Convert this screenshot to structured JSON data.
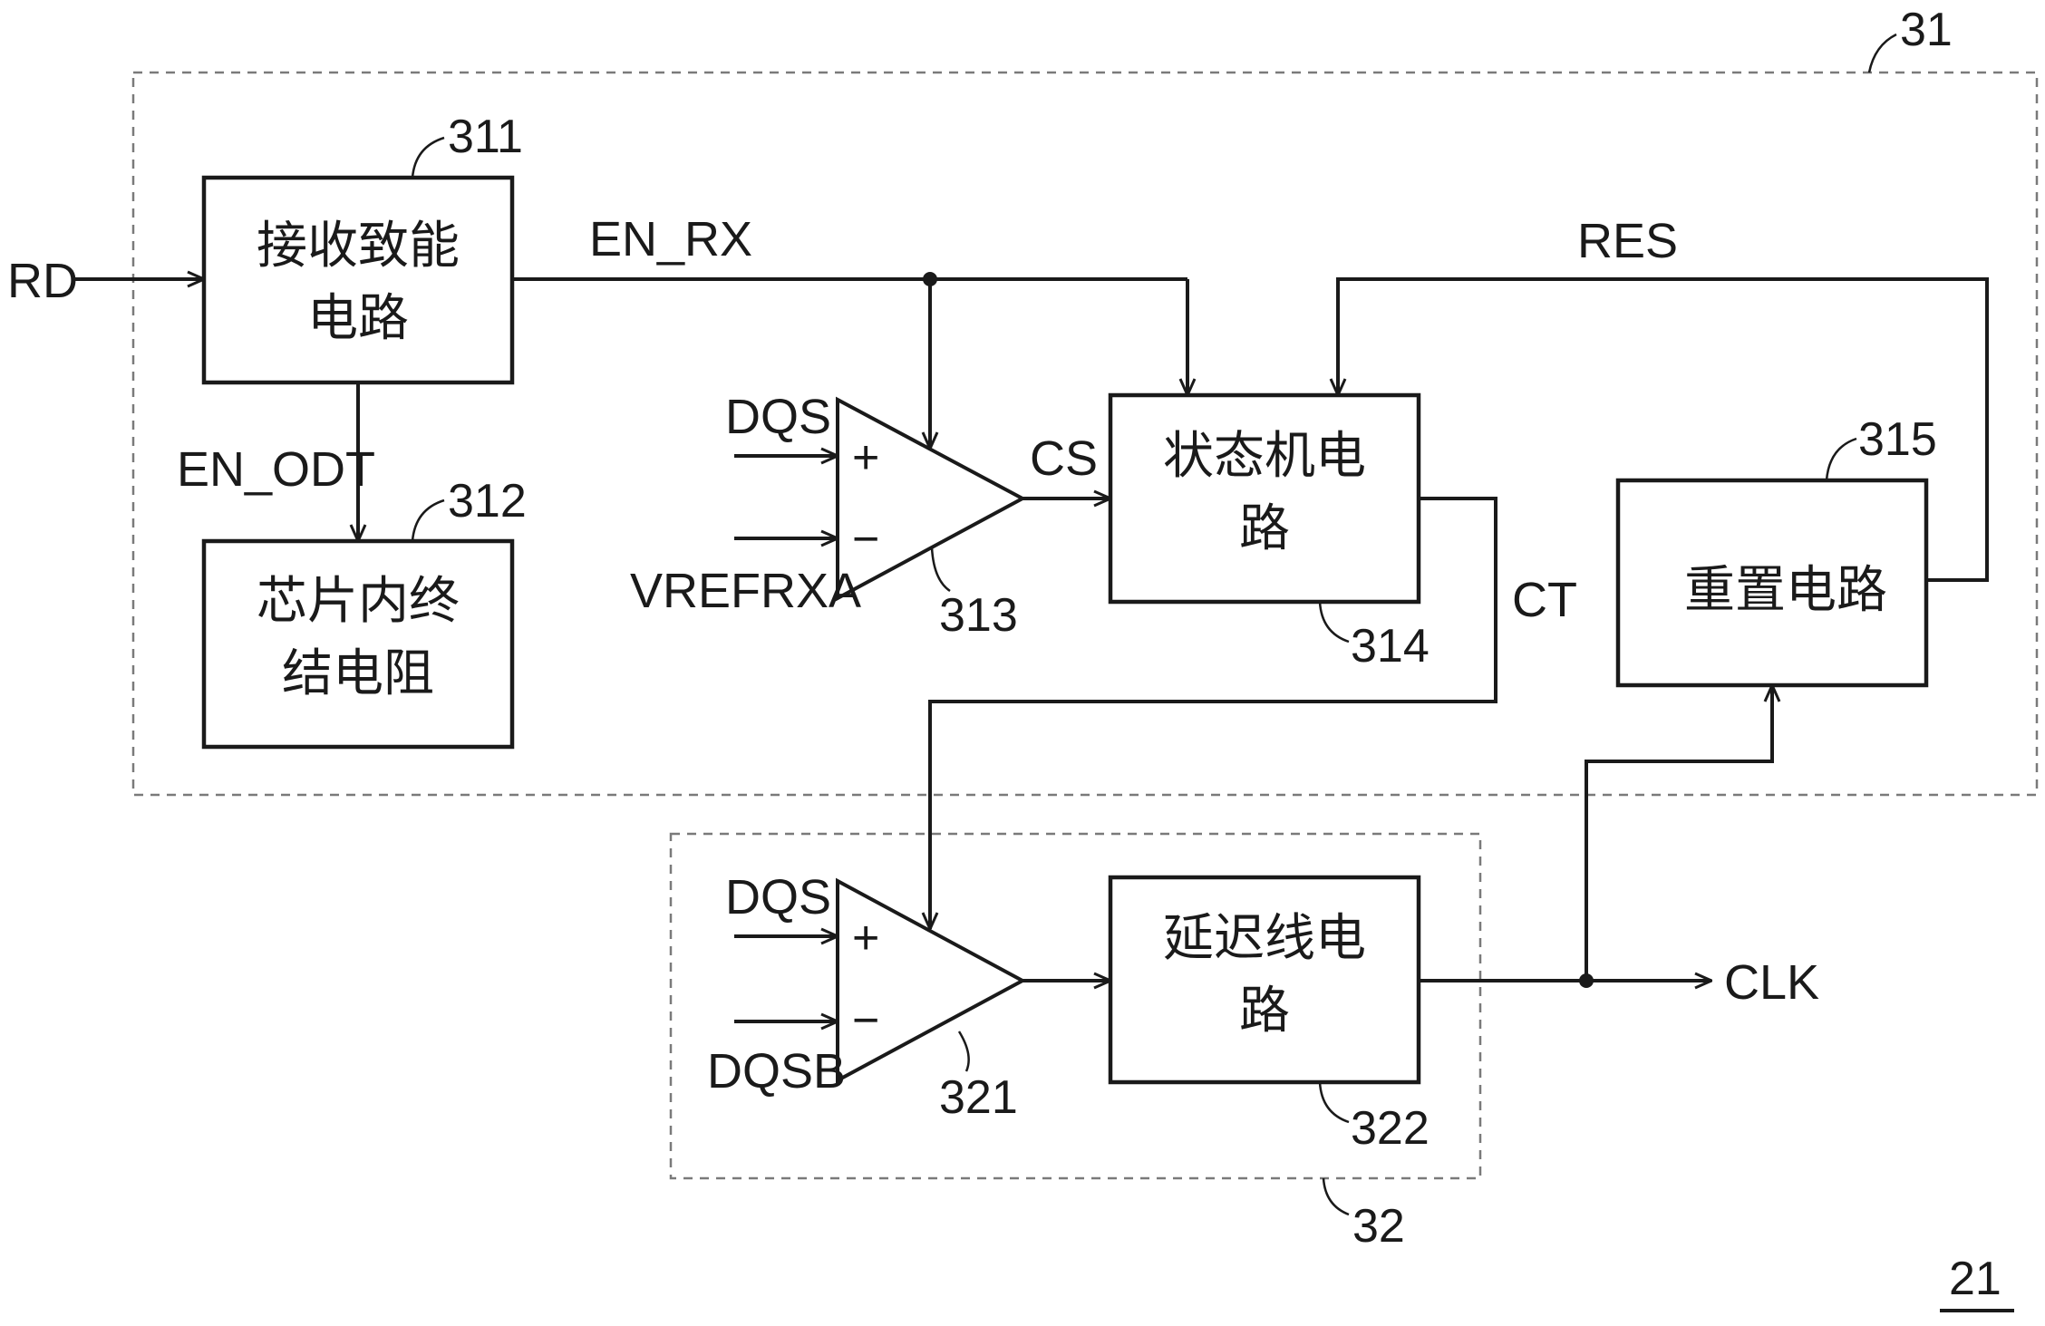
{
  "groups": {
    "g31": {
      "ref": "31"
    },
    "g32": {
      "ref": "32"
    }
  },
  "blocks": {
    "b311": {
      "ref": "311",
      "line1": "接收致能",
      "line2": "电路"
    },
    "b312": {
      "ref": "312",
      "line1": "芯片内终",
      "line2": "结电阻"
    },
    "b314": {
      "ref": "314",
      "line1": "状态机电",
      "line2": "路"
    },
    "b315": {
      "ref": "315",
      "line1": "重置电路"
    },
    "b322": {
      "ref": "322",
      "line1": "延迟线电",
      "line2": "路"
    }
  },
  "amplifiers": {
    "a313": {
      "ref": "313",
      "plus": "+",
      "minus": "−"
    },
    "a321": {
      "ref": "321",
      "plus": "+",
      "minus": "−"
    }
  },
  "signals": {
    "rd": "RD",
    "en_rx": "EN_RX",
    "en_odt": "EN_ODT",
    "dqs_1": "DQS",
    "vrefrxa": "VREFRXA",
    "cs": "CS",
    "res": "RES",
    "ct": "CT",
    "dqs_2": "DQS",
    "dqsb": "DQSB",
    "clk": "CLK"
  },
  "figure_ref": "21"
}
